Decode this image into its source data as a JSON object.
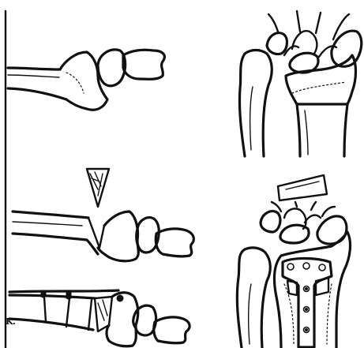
{
  "figure": {
    "artist_initial": "K.",
    "panels": [
      {
        "name": "lateral-before-osteotomy"
      },
      {
        "name": "ap-before-osteotomy"
      },
      {
        "name": "lateral-opening-wedge"
      },
      {
        "name": "ap-bone-graft-wedge"
      },
      {
        "name": "lateral-plate-fixation"
      },
      {
        "name": "ap-plate-fixation"
      }
    ],
    "colors": {
      "ink": "#111111",
      "paper": "#ffffff"
    }
  }
}
